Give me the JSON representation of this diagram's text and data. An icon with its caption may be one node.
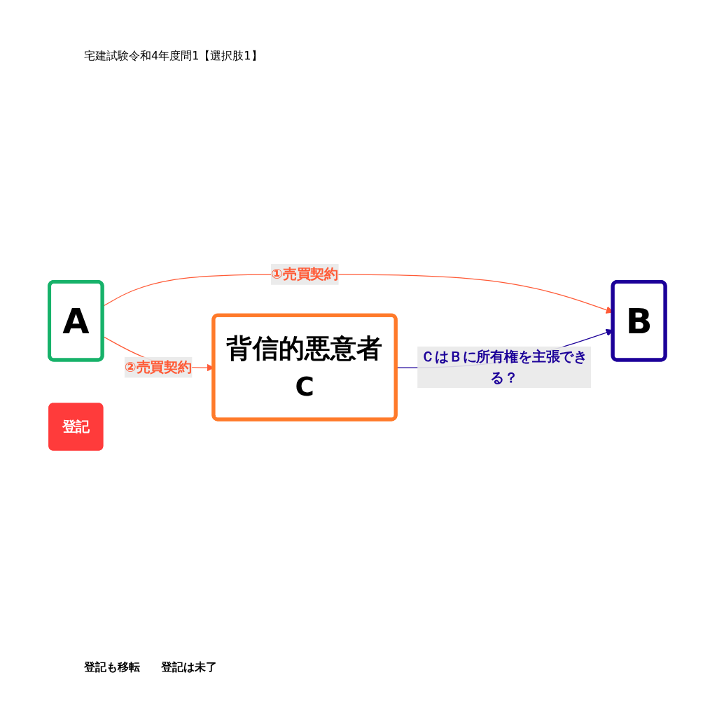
{
  "diagram": {
    "title": "宅建試験令和4年度問1【選択肢1】",
    "nodes": [
      {
        "text": [
          "A"
        ]
      },
      {
        "text": [
          "B"
        ]
      },
      {
        "text": [
          "背信的悪意者",
          "C"
        ]
      },
      {
        "text": [
          "登記"
        ]
      }
    ],
    "edges": [
      {
        "from": 0,
        "to": 2,
        "arrow": "to",
        "label": "②売買契約",
        "color": "#ff5a36"
      },
      {
        "from": 0,
        "to": 1,
        "arrow": "to",
        "label": "①売買契約",
        "color": "#ff5a36"
      },
      {
        "from": 2,
        "to": 1,
        "arrow": "to",
        "label": "ＣはＢに所有権を主張できる？",
        "color": "#1c0099"
      }
    ],
    "labels": [
      "登記も移転",
      "登記は未了"
    ]
  }
}
